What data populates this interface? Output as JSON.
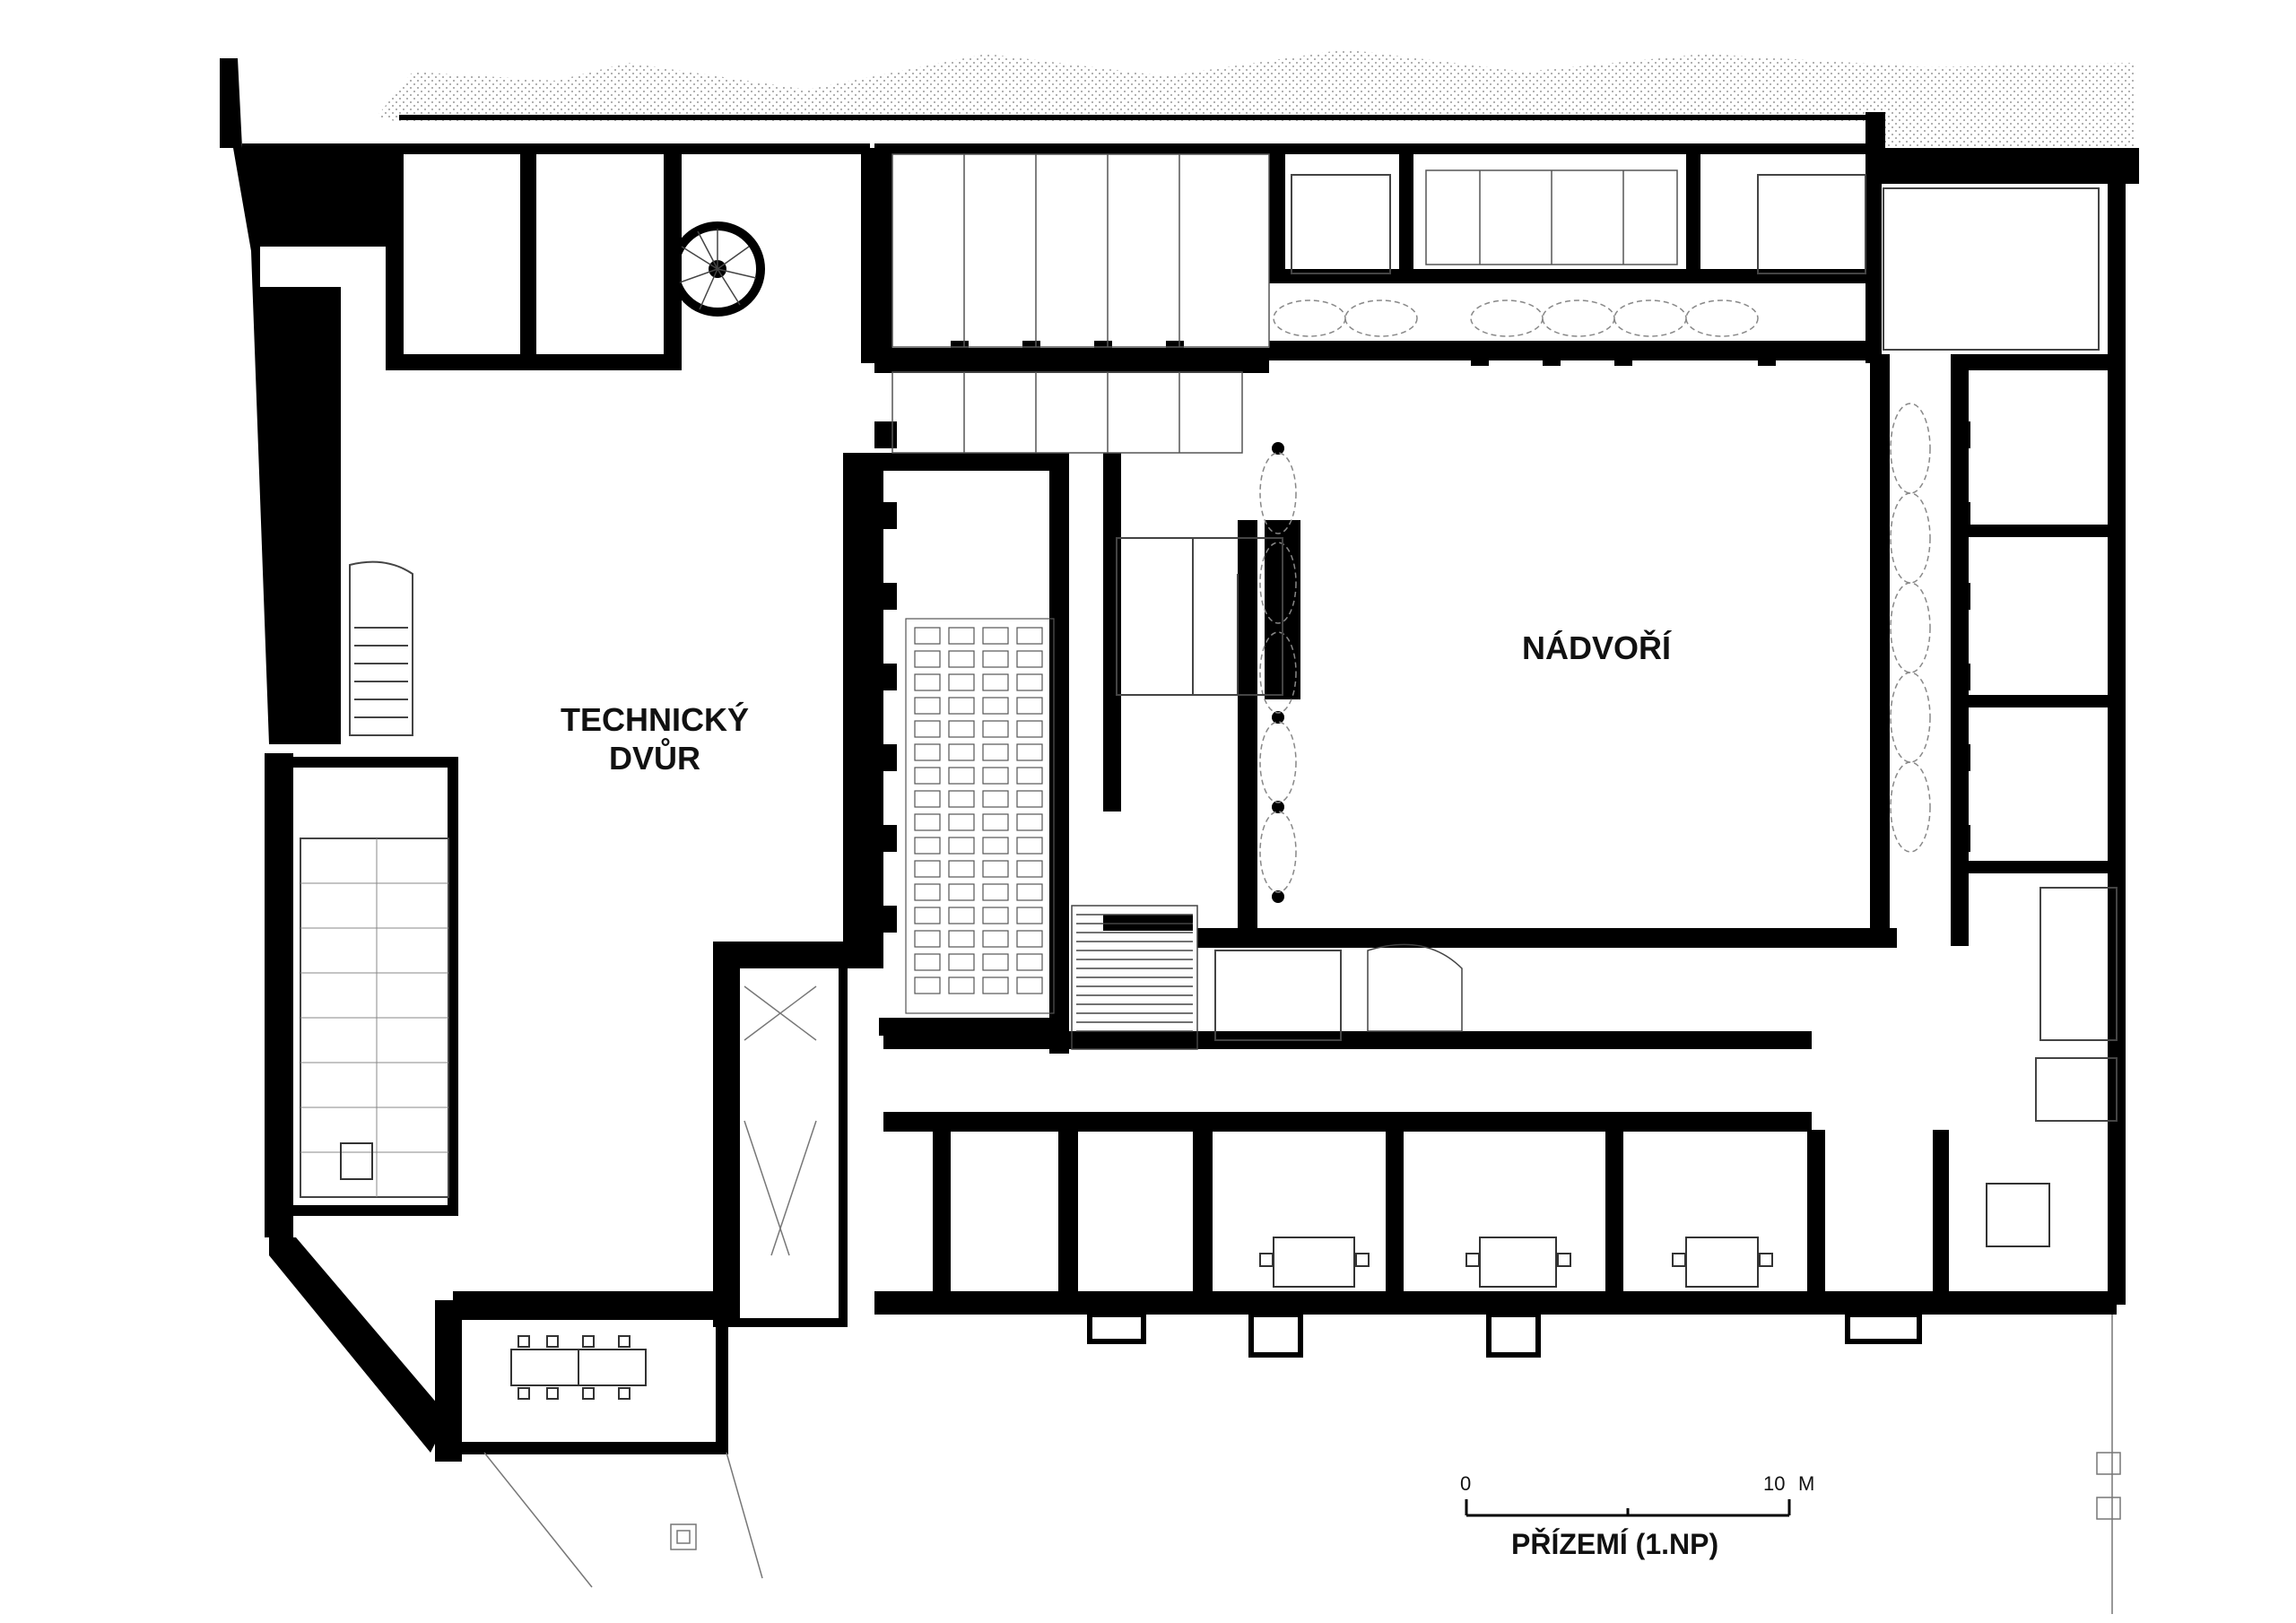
{
  "labels": {
    "technical_yard_line1": "TECHNICKÝ",
    "technical_yard_line2": "DVŮR",
    "courtyard": "NÁDVOŘÍ"
  },
  "scale_bar": {
    "start": "0",
    "end": "10",
    "unit": "M",
    "title": "PŘÍZEMÍ (1.NP)"
  },
  "colors": {
    "wall": "#000000",
    "fine_line": "#555555",
    "hatch": "#bdbdbd",
    "background": "#ffffff"
  }
}
